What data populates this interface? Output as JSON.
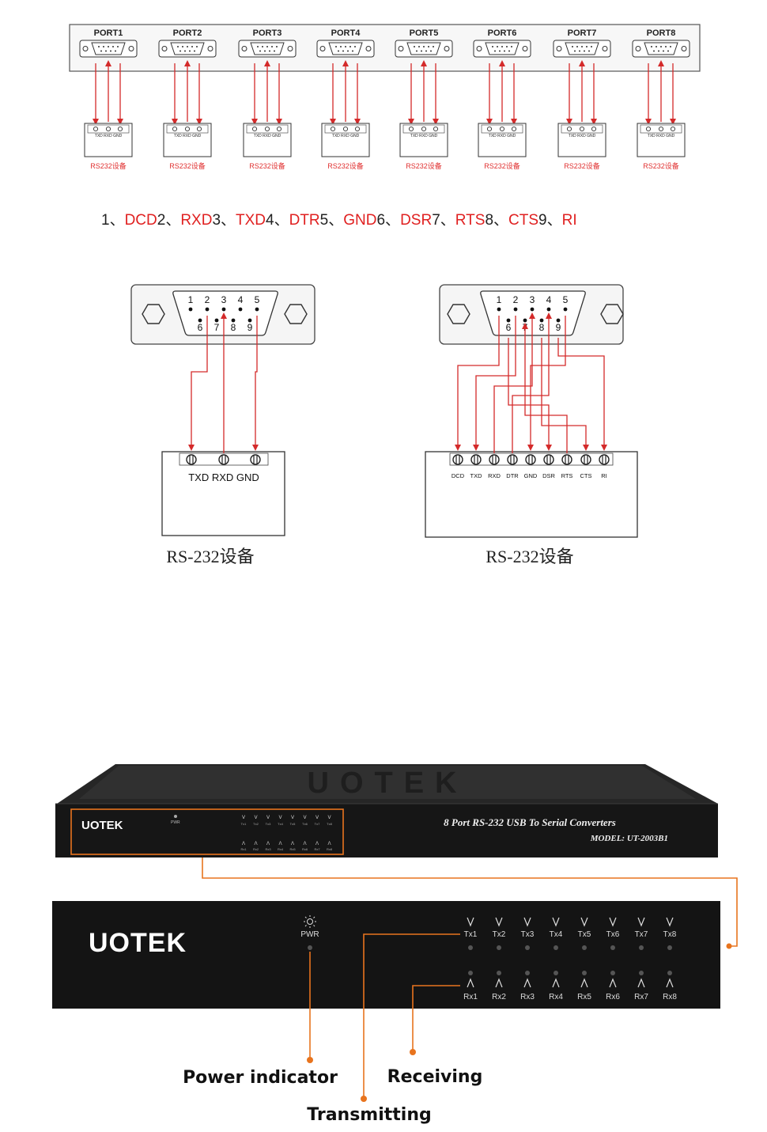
{
  "ports": [
    "PORT1",
    "PORT2",
    "PORT3",
    "PORT4",
    "PORT5",
    "PORT6",
    "PORT7",
    "PORT8"
  ],
  "small_terminal_labels": "TXD RXD GND",
  "port_device_label": "RS232设备",
  "pin_legend": [
    {
      "num": "1、",
      "sig": "DCD"
    },
    {
      "num": "2、",
      "sig": "RXD"
    },
    {
      "num": "3、",
      "sig": "TXD"
    },
    {
      "num": "4、",
      "sig": "DTR"
    },
    {
      "num": "5、",
      "sig": "GND"
    },
    {
      "num": "6、",
      "sig": "DSR"
    },
    {
      "num": "7、",
      "sig": "RTS"
    },
    {
      "num": "8、",
      "sig": "CTS"
    },
    {
      "num": "9、",
      "sig": "RI"
    }
  ],
  "db9_top_pins": [
    "1",
    "2",
    "3",
    "4",
    "5"
  ],
  "db9_bottom_pins": [
    "6",
    "7",
    "8",
    "9"
  ],
  "wiring_3wire": {
    "terminal_labels": "TXD RXD GND",
    "device_label": "RS-232设备"
  },
  "wiring_full": {
    "terminal_labels": [
      "DCD",
      "TXD",
      "RXD",
      "DTR",
      "GND",
      "DSR",
      "RTS",
      "CTS",
      "RI"
    ],
    "device_label": "RS-232设备"
  },
  "device": {
    "brand": "UOTEK",
    "title": "8 Port RS-232 USB To Serial Converters",
    "model": "MODEL: UT-2003B1",
    "pwr_label": "PWR",
    "tx_labels": [
      "Tx1",
      "Tx2",
      "Tx3",
      "Tx4",
      "Tx5",
      "Tx6",
      "Tx7",
      "Tx8"
    ],
    "rx_labels": [
      "Rx1",
      "Rx2",
      "Rx3",
      "Rx4",
      "Rx5",
      "Rx6",
      "Rx7",
      "Rx8"
    ]
  },
  "callouts": {
    "power": "Power indicator",
    "receiving": "Receiving",
    "transmitting": "Transmitting"
  },
  "colors": {
    "wire_red": "#d42a2a",
    "callout_orange": "#e8741e",
    "chassis": "#1c1c1c"
  }
}
